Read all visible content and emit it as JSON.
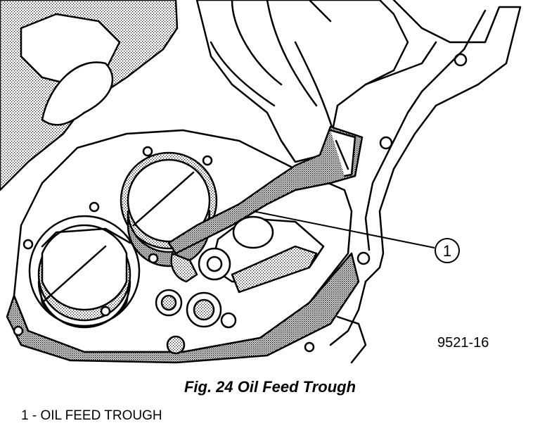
{
  "callout": {
    "number": "1"
  },
  "figure_id": "9521-16",
  "caption": "Fig. 24 Oil Feed Trough",
  "legend": [
    {
      "text": "1 - OIL FEED TROUGH"
    }
  ]
}
